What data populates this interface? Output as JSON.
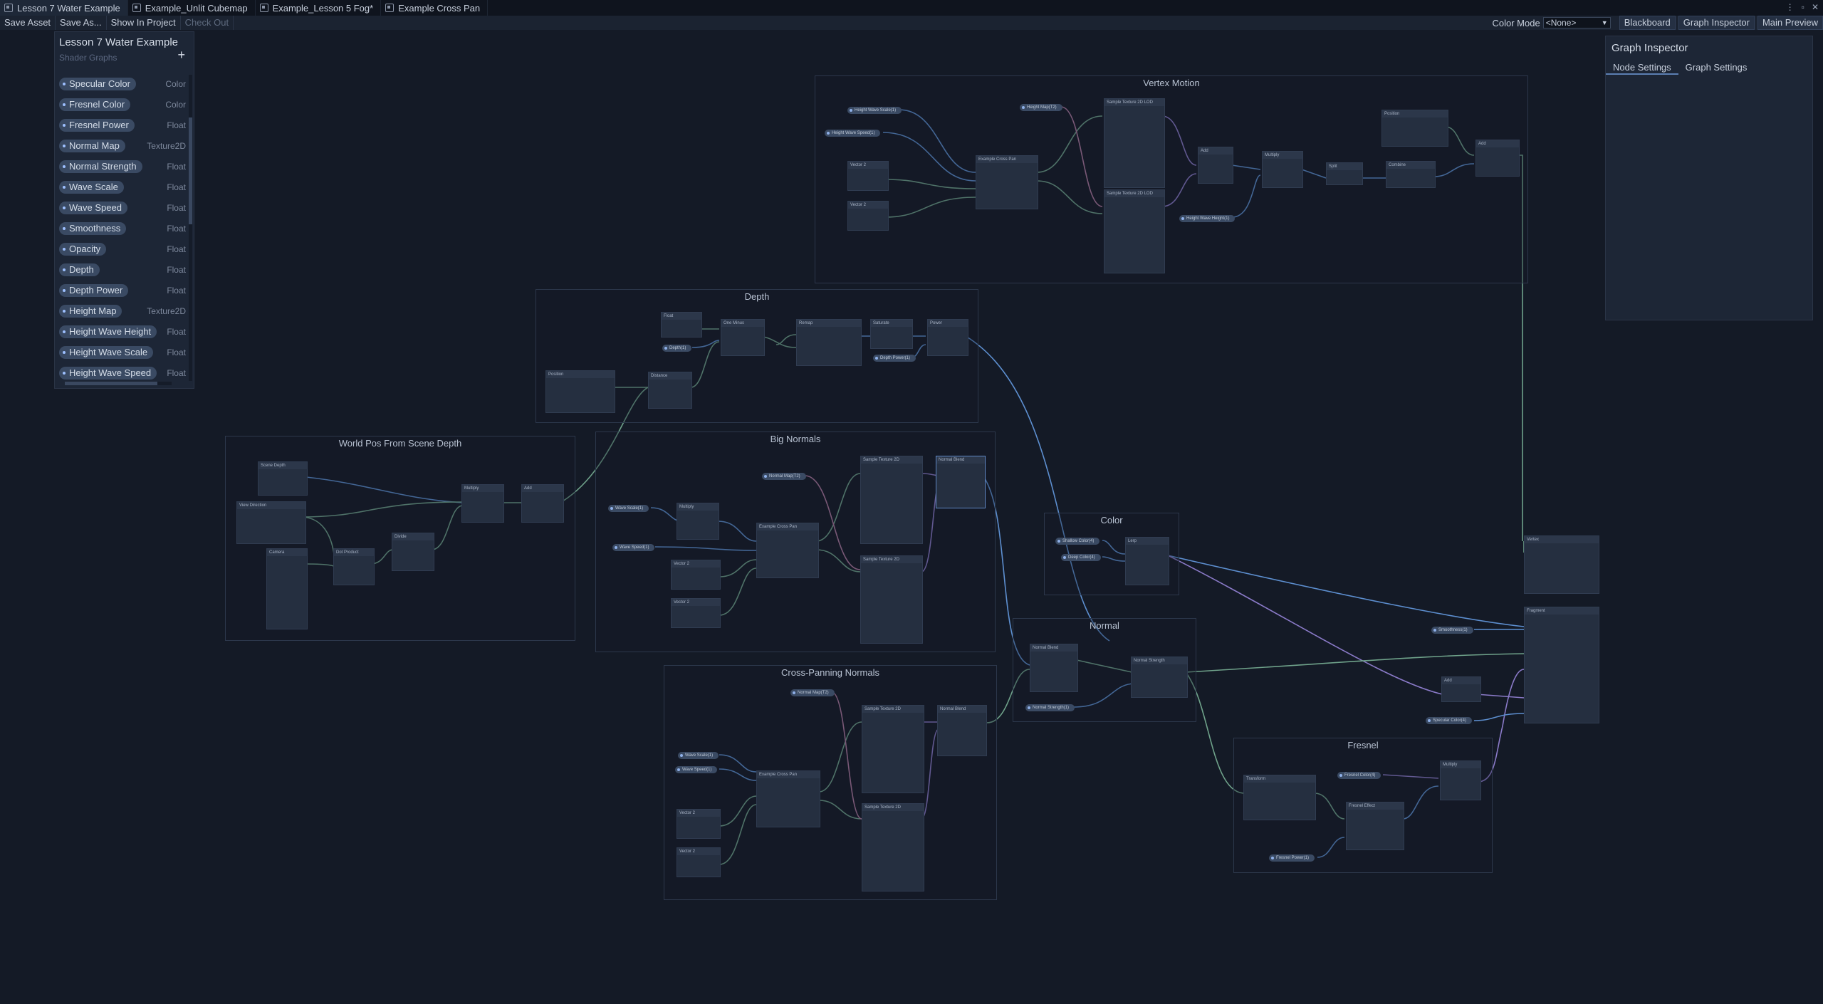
{
  "tabs": [
    {
      "label": "Lesson 7 Water Example",
      "active": true
    },
    {
      "label": "Example_Unlit Cubemap",
      "active": false
    },
    {
      "label": "Example_Lesson 5 Fog*",
      "active": false
    },
    {
      "label": "Example Cross Pan",
      "active": false
    }
  ],
  "toolbar": {
    "save_asset": "Save Asset",
    "save_as": "Save As...",
    "show_in_project": "Show In Project",
    "check_out": "Check Out",
    "color_mode_label": "Color Mode",
    "color_mode_value": "<None>",
    "blackboard": "Blackboard",
    "graph_inspector": "Graph Inspector",
    "main_preview": "Main Preview"
  },
  "blackboard": {
    "title": "Lesson 7 Water Example",
    "subtitle": "Shader Graphs",
    "add": "+",
    "properties": [
      {
        "name": "Specular Color",
        "type": "Color"
      },
      {
        "name": "Fresnel Color",
        "type": "Color"
      },
      {
        "name": "Fresnel Power",
        "type": "Float"
      },
      {
        "name": "Normal Map",
        "type": "Texture2D"
      },
      {
        "name": "Normal Strength",
        "type": "Float"
      },
      {
        "name": "Wave Scale",
        "type": "Float"
      },
      {
        "name": "Wave Speed",
        "type": "Float"
      },
      {
        "name": "Smoothness",
        "type": "Float"
      },
      {
        "name": "Opacity",
        "type": "Float"
      },
      {
        "name": "Depth",
        "type": "Float"
      },
      {
        "name": "Depth Power",
        "type": "Float"
      },
      {
        "name": "Height Map",
        "type": "Texture2D"
      },
      {
        "name": "Height Wave Height",
        "type": "Float"
      },
      {
        "name": "Height Wave Scale",
        "type": "Float"
      },
      {
        "name": "Height Wave Speed",
        "type": "Float"
      }
    ]
  },
  "inspector": {
    "title": "Graph Inspector",
    "tab_node": "Node Settings",
    "tab_graph": "Graph Settings"
  },
  "groups": {
    "vertex_motion": "Vertex Motion",
    "depth": "Depth",
    "world_pos": "World Pos From Scene Depth",
    "big_normals": "Big Normals",
    "color": "Color",
    "normal": "Normal",
    "cross_panning": "Cross-Panning Normals",
    "fresnel": "Fresnel"
  },
  "nodes": {
    "vm_cross_pan": "Example Cross Pan",
    "vm_sample_1": "Sample Texture 2D LOD",
    "vm_sample_2": "Sample Texture 2D LOD",
    "vm_vector2_a": "Vector 2",
    "vm_vector2_b": "Vector 2",
    "vm_add": "Add",
    "vm_multiply": "Multiply",
    "vm_split": "Split",
    "vm_combine": "Combine",
    "vm_position": "Position",
    "vm_add2": "Add",
    "d_float": "Float",
    "d_one_minus": "One Minus",
    "d_remap": "Remap",
    "d_saturate": "Saturate",
    "d_power": "Power",
    "d_position": "Position",
    "d_distance": "Distance",
    "w_scene_depth": "Scene Depth",
    "w_view_direction": "View Direction",
    "w_camera": "Camera",
    "w_dot_product": "Dot Product",
    "w_divide": "Divide",
    "w_multiply": "Multiply",
    "w_add": "Add",
    "bn_multiply": "Multiply",
    "bn_cross_pan": "Example Cross Pan",
    "bn_vector2_a": "Vector 2",
    "bn_vector2_b": "Vector 2",
    "bn_sample_1": "Sample Texture 2D",
    "bn_sample_2": "Sample Texture 2D",
    "bn_normal_blend": "Normal Blend",
    "c_lerp": "Lerp",
    "n_normal_blend": "Normal Blend",
    "n_normal_strength": "Normal Strength",
    "cp_cross_pan": "Example Cross Pan",
    "cp_vector2_a": "Vector 2",
    "cp_vector2_b": "Vector 2",
    "cp_sample_1": "Sample Texture 2D",
    "cp_sample_2": "Sample Texture 2D",
    "cp_normal_blend": "Normal Blend",
    "f_transform": "Transform",
    "f_fresnel": "Fresnel Effect",
    "f_multiply": "Multiply",
    "f_add": "Add",
    "vertex": "Vertex",
    "fragment": "Fragment"
  },
  "props": {
    "height_wave_scale": "Height Wave Scale(1)",
    "height_wave_speed": "Height Wave Speed(1)",
    "height_map": "Height Map(T2)",
    "height_wave_height": "Height Wave Height(1)",
    "depth": "Depth(1)",
    "depth_power": "Depth Power(1)",
    "normal_map_a": "Normal Map(T2)",
    "wave_scale_a": "Wave Scale(1)",
    "wave_speed_a": "Wave Speed(1)",
    "shallow_color": "Shallow Color(4)",
    "deep_color": "Deep Color(4)",
    "normal_strength": "Normal Strength(1)",
    "normal_map_b": "Normal Map(T2)",
    "wave_scale_b": "Wave Scale(1)",
    "wave_speed_b": "Wave Speed(1)",
    "fresnel_color": "Fresnel Color(4)",
    "fresnel_power": "Fresnel Power(1)",
    "smoothness": "Smoothness(1)",
    "specular_color": "Specular Color(4)"
  },
  "colors": {
    "background": "#141a26",
    "wire_blue": "#5d8fd0",
    "wire_green": "#6fa28a",
    "wire_purple": "#8a7ac8",
    "wire_pink": "#b07aa0"
  }
}
